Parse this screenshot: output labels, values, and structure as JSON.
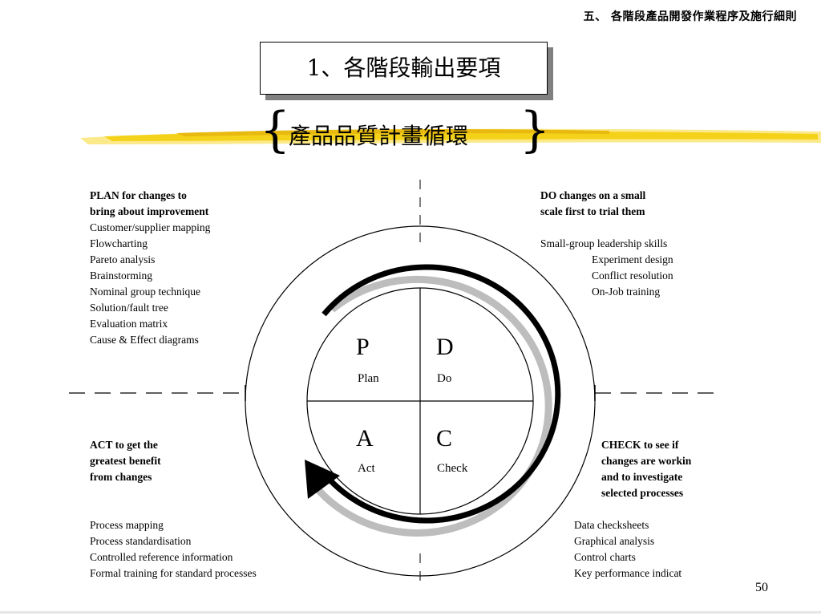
{
  "header": {
    "text": "五、 各階段產品開發作業程序及施行細則"
  },
  "title": {
    "text": "1、各階段輸出要項"
  },
  "subtitle": {
    "text": "產品品質計畫循環",
    "brace_left": "{",
    "brace_right": "}"
  },
  "quadrants": {
    "plan": {
      "letter": "P",
      "label": "Plan",
      "heading": [
        "PLAN for changes to",
        "bring about improvement"
      ],
      "items": [
        "Customer/supplier mapping",
        "Flowcharting",
        "Pareto analysis",
        "Brainstorming",
        "Nominal group technique",
        "Solution/fault tree",
        "Evaluation matrix",
        "Cause & Effect diagrams"
      ]
    },
    "do": {
      "letter": "D",
      "label": "Do",
      "heading": [
        "DO changes on a small",
        "scale first to trial them"
      ],
      "items": [
        "Small-group leadership skills",
        "Experiment design",
        "Conflict resolution",
        "On-Job training"
      ]
    },
    "act": {
      "letter": "A",
      "label": "Act",
      "heading": [
        "ACT to get the",
        "greatest benefit",
        "from changes"
      ],
      "items": [
        "Process mapping",
        "Process standardisation",
        "Controlled reference information",
        "Formal training for standard processes"
      ]
    },
    "check": {
      "letter": "C",
      "label": "Check",
      "heading": [
        "CHECK to see if",
        "changes are workin",
        "and to investigate",
        "selected processes"
      ],
      "items": [
        "Data checksheets",
        "Graphical analysis",
        "Control charts",
        "Key performance indicat"
      ]
    }
  },
  "page_number": "50",
  "colors": {
    "brush": "#f5d21a",
    "brush_light": "#fbe98a",
    "shadow": "#808080",
    "arrow_shadow": "#bdbdbd"
  }
}
